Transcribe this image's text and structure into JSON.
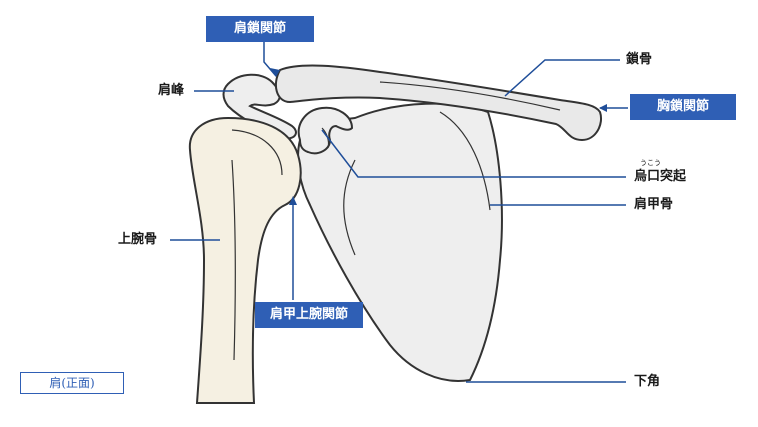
{
  "colors": {
    "accent": "#2f5fb5",
    "humerus_fill": "#f5f0e2",
    "scapula_fill": "#eeeeee",
    "clavicle_fill": "#e9e9e9",
    "outline": "#333333",
    "leader": "#1f4e99"
  },
  "labels": {
    "acromioclavicular_joint": "肩鎖関節",
    "acromion": "肩峰",
    "clavicle": "鎖骨",
    "sternoclavicular_joint": "胸鎖関節",
    "coracoid_process": "烏口突起",
    "coracoid_ruby": "うこう",
    "scapula": "肩甲骨",
    "humerus": "上腕骨",
    "glenohumeral_joint": "肩甲上腕関節",
    "inferior_angle": "下角"
  },
  "caption": "肩(正面)"
}
